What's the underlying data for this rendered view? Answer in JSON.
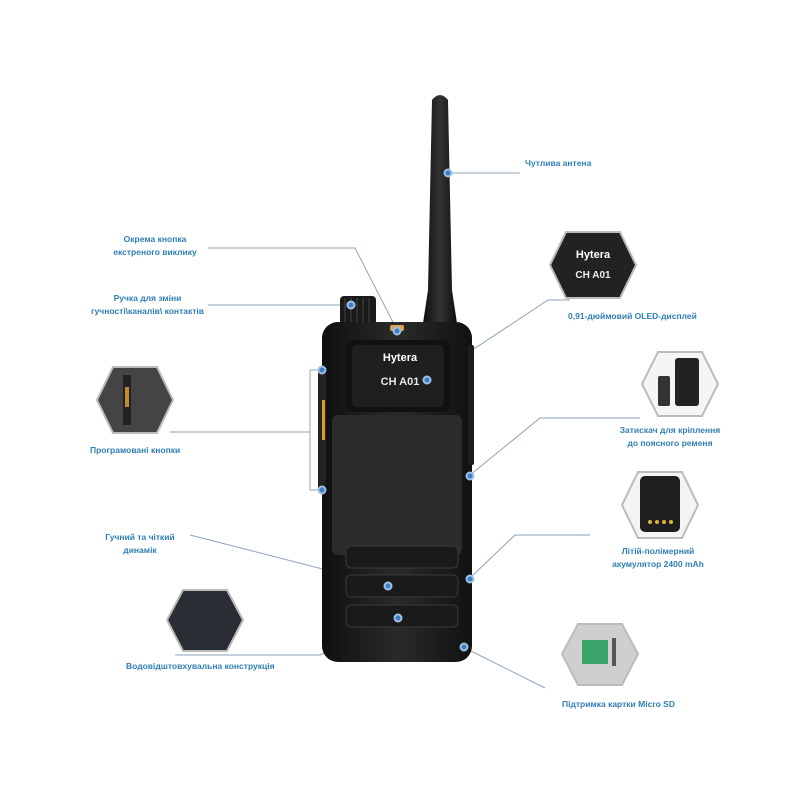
{
  "product": {
    "brand": "Hytera",
    "display_text": "CH A01"
  },
  "colors": {
    "label": "#2f7fb7",
    "leader_line": "#8fa3b8",
    "marker": "#3f7fc0",
    "radio_body": "#1b1b1b"
  },
  "callouts": [
    {
      "id": "antenna",
      "label": "Чутлива антена"
    },
    {
      "id": "emergency",
      "label_line1": "Окрема кнопка",
      "label_line2": "екстреного виклику"
    },
    {
      "id": "knob",
      "label_line1": "Ручка для зміни",
      "label_line2": "гучності\\каналів\\ контактів"
    },
    {
      "id": "display",
      "label": "0,91-дюймовий OLED-дисплей"
    },
    {
      "id": "buttons",
      "label": "Програмовані кнопки"
    },
    {
      "id": "clip",
      "label_line1": "Затискач для кріплення",
      "label_line2": "до поясного ременя"
    },
    {
      "id": "speaker",
      "label_line1": "Гучний та чіткий",
      "label_line2": "динамік"
    },
    {
      "id": "battery",
      "label_line1": "Літій-полімерний",
      "label_line2": "акумулятор 2400 mAh"
    },
    {
      "id": "waterproof",
      "label": "Водовідштовхувальна конструкція"
    },
    {
      "id": "microsd",
      "label": "Підтримка картки Micro SD"
    }
  ]
}
